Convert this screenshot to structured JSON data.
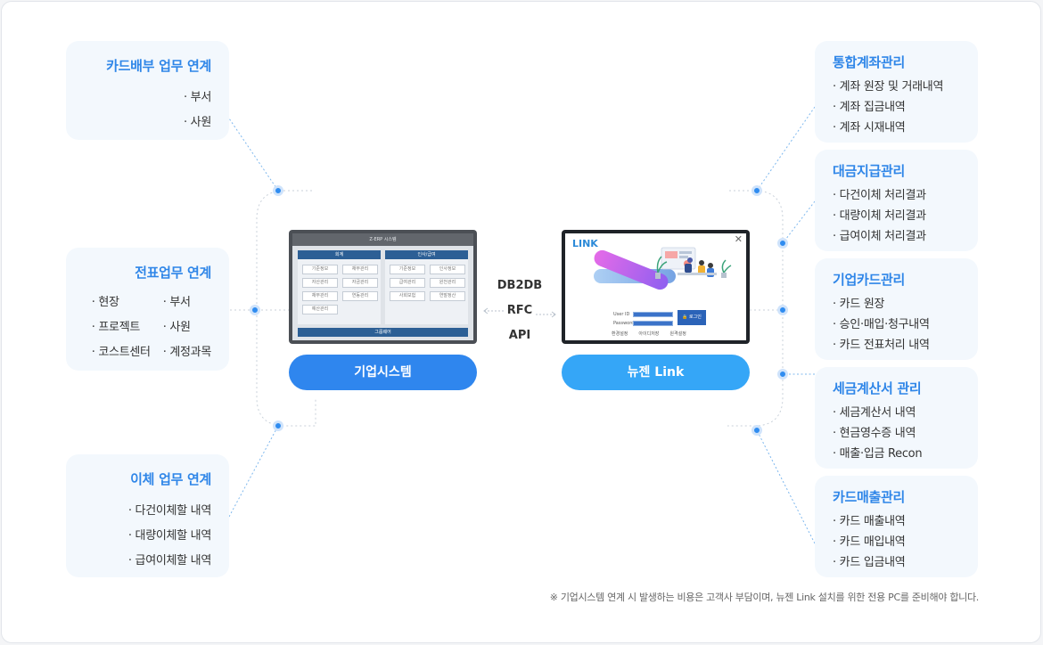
{
  "left_cards": [
    {
      "title": "카드배부 업무 연계",
      "items": [
        "· 부서",
        "· 사원"
      ]
    },
    {
      "title": "전표업무 연계",
      "items": [
        "· 현장",
        "· 부서",
        "· 프로젝트",
        "· 사원",
        "· 코스트센터",
        "· 계정과목"
      ]
    },
    {
      "title": "이체 업무 연계",
      "items": [
        "· 다건이체할 내역",
        "· 대량이체할 내역",
        "· 급여이체할 내역"
      ]
    }
  ],
  "right_cards": [
    {
      "title": "통합계좌관리",
      "items": [
        "· 계좌 원장 및 거래내역",
        "· 계좌 집금내역",
        "· 계좌 시재내역"
      ]
    },
    {
      "title": "대금지급관리",
      "items": [
        "· 다건이체 처리결과",
        "· 대량이체 처리결과",
        "· 급여이체 처리결과"
      ]
    },
    {
      "title": "기업카드관리",
      "items": [
        "· 카드 원장",
        "· 승인·매입·청구내역",
        "· 카드 전표처리 내역"
      ]
    },
    {
      "title": "세금계산서 관리",
      "items": [
        "· 세금계산서 내역",
        "· 현금영수증 내역",
        "· 매출·입금 Recon"
      ]
    },
    {
      "title": "카드매출관리",
      "items": [
        "· 카드 매출내역",
        "· 카드 매입내역",
        "· 카드 입금내역"
      ]
    }
  ],
  "systems": {
    "left_label": "기업시스템",
    "right_label": "뉴젠 Link"
  },
  "protocols": [
    "DB2DB",
    "RFC",
    "API"
  ],
  "footnote": "※ 기업시스템 연계 시 발생하는 비용은 고객사 부담이며, 뉴젠 Link 설치를 위한 전용 PC를 준비해야 합니다.",
  "erp_mock": {
    "title": "Z-ERP 시스템",
    "panel_left_title": "회계",
    "panel_left_cells": [
      "기준정보",
      "채무관리",
      "자산관리",
      "자금관리",
      "채무관리",
      "연동관리",
      "예산관리"
    ],
    "panel_right_title": "인사/급여",
    "panel_right_cells": [
      "기준정보",
      "인사정보",
      "급여관리",
      "원천관리",
      "사회보험",
      "연말정산"
    ],
    "footer": "그룹웨어"
  },
  "link_mock": {
    "logo": "LINK",
    "close": "✕",
    "user_label": "User ID",
    "password_label": "Password",
    "login_button": "로그인",
    "opt_1": "환경설정",
    "opt_2": "아이디저장",
    "opt_3": "원격설정"
  },
  "colors": {
    "accent": "#2f86e8",
    "card_bg": "#f3f8fd",
    "dot": "#2f8cf0",
    "pill_left": "#2f86ee",
    "pill_right": "#35a6f7"
  },
  "icons": [
    "dot-connector-icon",
    "double-arrow-icon",
    "close-icon",
    "lock-icon"
  ]
}
